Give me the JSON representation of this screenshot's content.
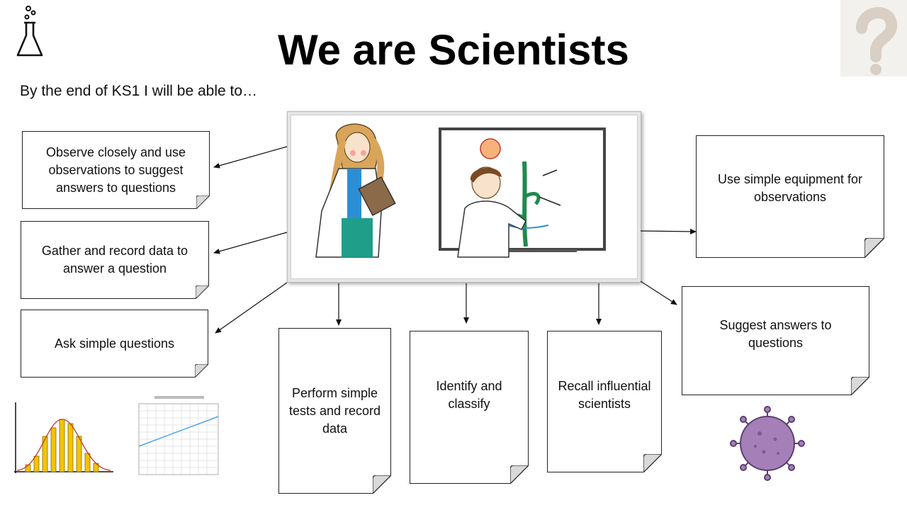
{
  "slide": {
    "title": "We are Scientists",
    "subtitle": "By the end of KS1 I will be able to…"
  },
  "objectives": [
    "Observe closely and use observations to suggest answers to questions",
    "Gather and record data to answer a question",
    "Ask simple questions",
    "Perform simple tests and record data",
    "Identify and classify",
    "Recall influential scientists",
    "Use simple equipment for observations",
    "Suggest answers to questions"
  ],
  "images": {
    "flask_icon": "flask-icon",
    "question_mark": "question-mark-icon",
    "histogram": "histogram-chart-icon",
    "line_graph": "line-graph-icon",
    "virus": "virus-icon",
    "scientists": "scientists-illustration"
  },
  "colors": {
    "virus": "#a47fb8",
    "bars": "#f2c400",
    "curve": "#c0392b",
    "graph_line": "#4aa8e0"
  }
}
